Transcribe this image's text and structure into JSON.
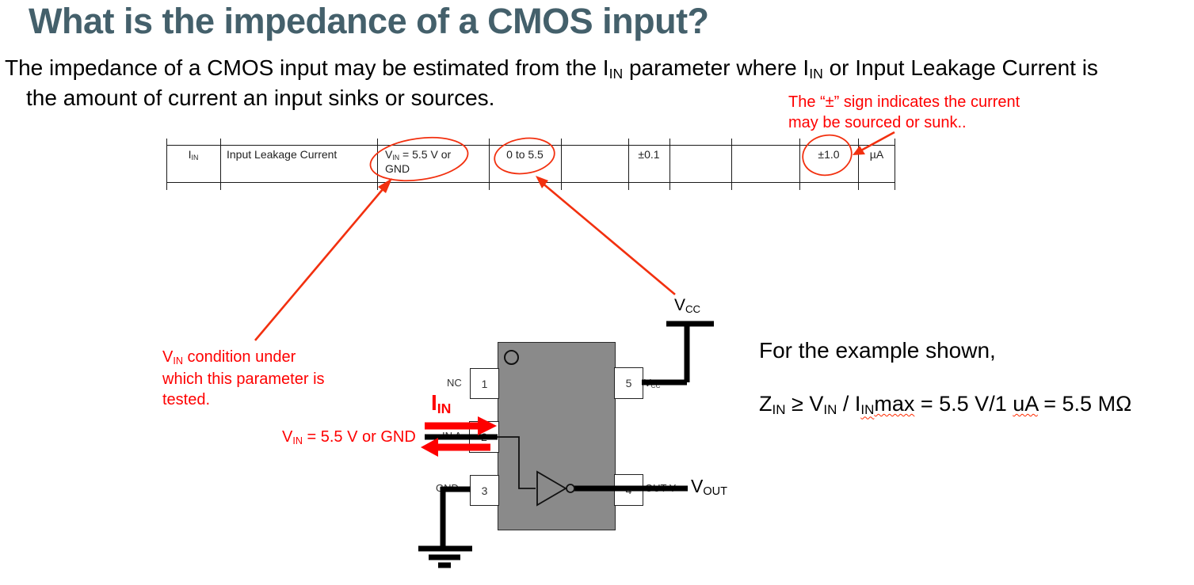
{
  "title": "What is the impedance of a CMOS input?",
  "intro": {
    "l1a": "The impedance of a CMOS input may be estimated from the I",
    "l1a_sub": "IN",
    "l1b": " parameter where I",
    "l1b_sub": "IN",
    "l1c": " or Input Leakage Current is",
    "l2": "the amount of current an input sinks or sources."
  },
  "pm_callout": {
    "line1": "The “±” sign indicates the current",
    "line2": "may be sourced or sunk.."
  },
  "table_row": {
    "symbol_base": "I",
    "symbol_sub": "IN",
    "parameter": "Input Leakage Current",
    "condition_base": "V",
    "condition_sub": "IN",
    "condition_rest": " = 5.5 V or",
    "condition_line2": "GND",
    "vcc_range": "0 to 5.5",
    "typ": "±0.1",
    "max": "±1.0",
    "unit": "µA"
  },
  "vin_condition_callout": {
    "l1_base": "V",
    "l1_sub": "IN",
    "l1_rest": " condition under",
    "l2": "which this parameter is",
    "l3": "tested."
  },
  "vin_value_callout": {
    "base": "V",
    "sub": "IN",
    "rest": " = 5.5 V or GND"
  },
  "diagram": {
    "iin_base": "I",
    "iin_sub": "IN",
    "vcc_base": "V",
    "vcc_sub": "CC",
    "vout_base": "V",
    "vout_sub": "OUT",
    "pins": {
      "p1": {
        "num": "1",
        "label": "NC"
      },
      "p2": {
        "num": "2",
        "label": "IN A"
      },
      "p3": {
        "num": "3",
        "label": "GND"
      },
      "p4": {
        "num": "4",
        "label": "OUT Y"
      },
      "p5": {
        "num": "5",
        "label_base": "V",
        "label_sub": "CC"
      }
    }
  },
  "example": {
    "lead": "For the example shown,",
    "f_z": "Z",
    "f_z_sub": "IN",
    "f_p1": " ≥ V",
    "f_v_sub": "IN",
    "f_p2": " / I",
    "f_i_sub": "IN",
    "f_max": "max",
    "f_p3": " = 5.5 V/1 ",
    "f_ua": "uA",
    "f_p4": " = 5.5 MΩ"
  },
  "colors": {
    "title": "#44606b",
    "red_text": "#fe0000",
    "annotation_red": "#f2300f",
    "chip_gray": "#8a8a8a"
  },
  "icons": {
    "ground_symbol": "three-bar-earth-ground",
    "pin1_indicator": "circle-dot",
    "inverter": "triangle-with-bubble"
  }
}
